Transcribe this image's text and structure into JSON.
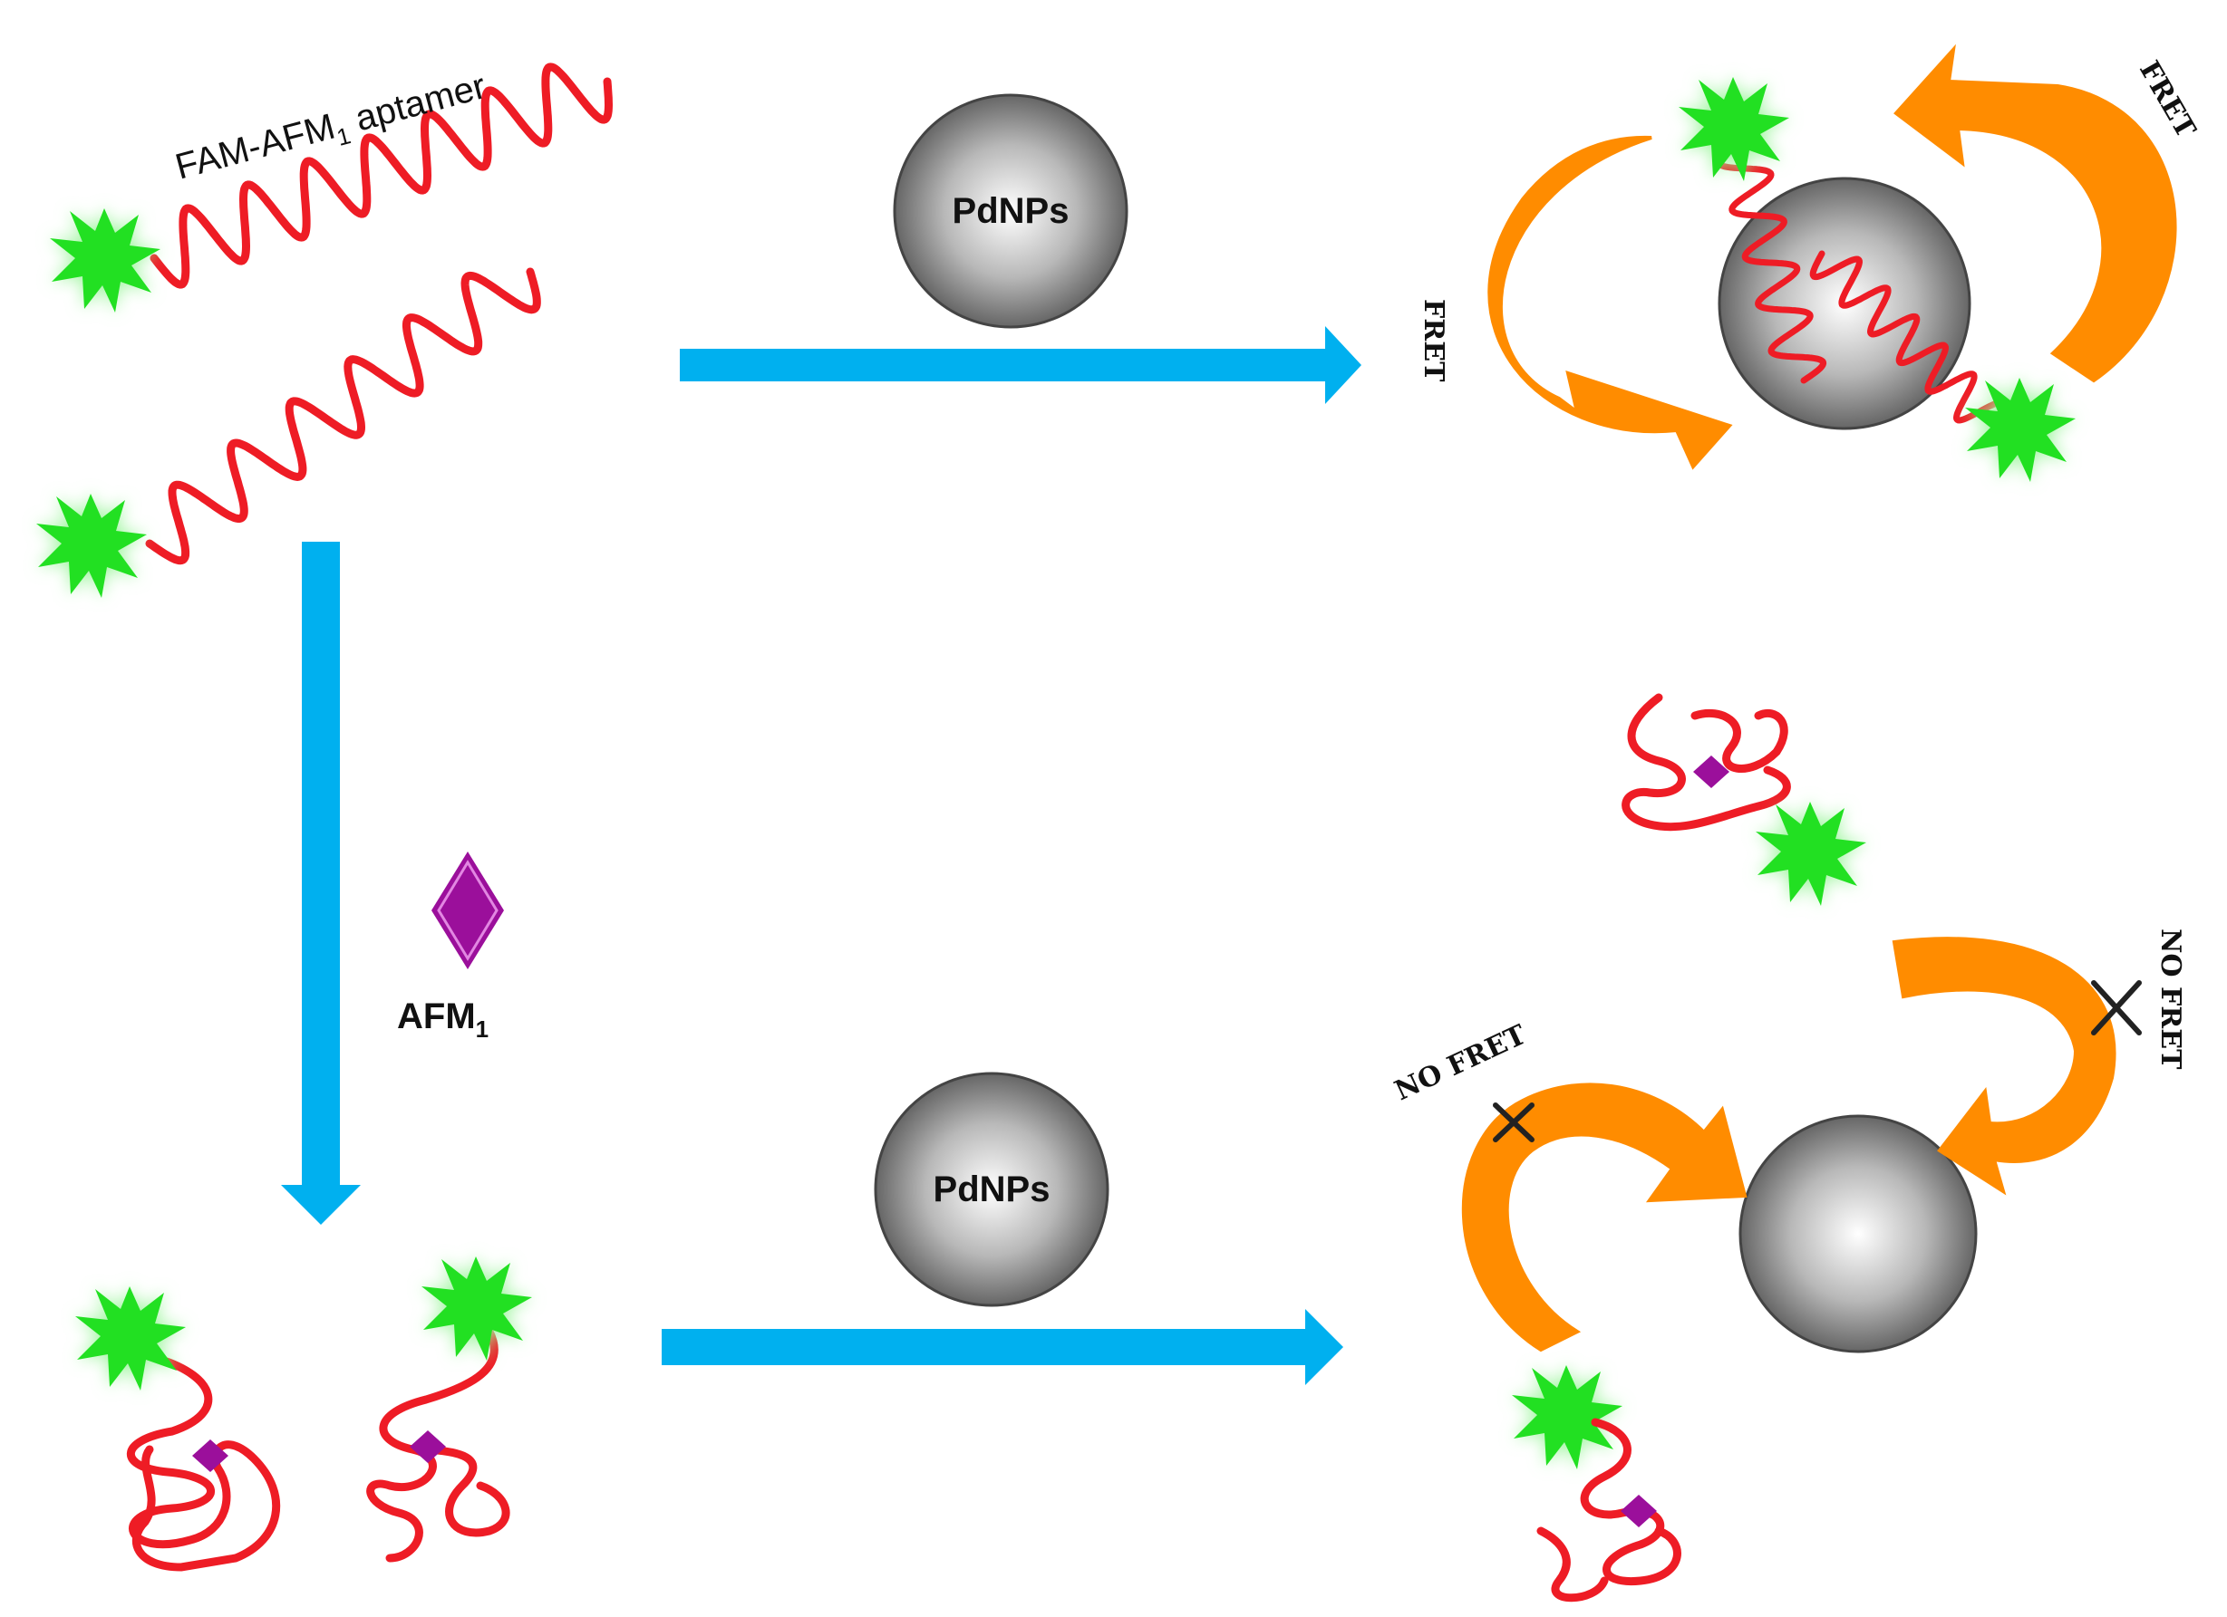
{
  "labels": {
    "aptamer_main": "FAM-AFM",
    "aptamer_sub": "1",
    "aptamer_rest": " aptamer",
    "pdnps_top": "PdNPs",
    "pdnps_bottom": "PdNPs",
    "afm_main": "AFM",
    "afm_sub": "1",
    "fret_left": "FRET",
    "fret_right": "FRET",
    "nofret_left": "NO FRET",
    "nofret_right": "NO FRET"
  },
  "colors": {
    "aptamer": "#ee1c25",
    "fam": "#22e022",
    "fam_glow": "#9cf59c",
    "arrow_blue": "#00b0ef",
    "fret_orange": "#ff8c00",
    "afm_purple": "#9b0f9b",
    "sphere_light": "#ffffff",
    "sphere_dark": "#585858"
  }
}
